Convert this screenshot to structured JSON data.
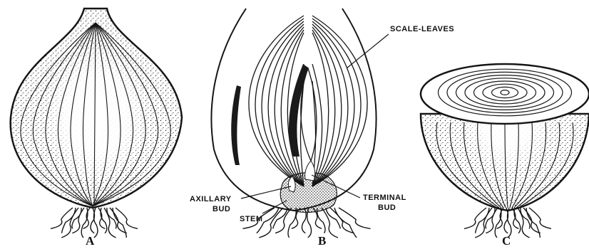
{
  "figure": {
    "panels": [
      {
        "id": "A",
        "label": "A"
      },
      {
        "id": "B",
        "label": "B"
      },
      {
        "id": "C",
        "label": "C"
      }
    ],
    "annotations": {
      "scale_leaves": "SCALE-LEAVES",
      "axillary_line1": "AXILLARY",
      "axillary_line2": "BUD",
      "stem": "STEM",
      "terminal_line1": "TERMINAL",
      "terminal_line2": "BUD"
    },
    "colors": {
      "ink": "#151515",
      "paper": "#ffffff"
    }
  }
}
